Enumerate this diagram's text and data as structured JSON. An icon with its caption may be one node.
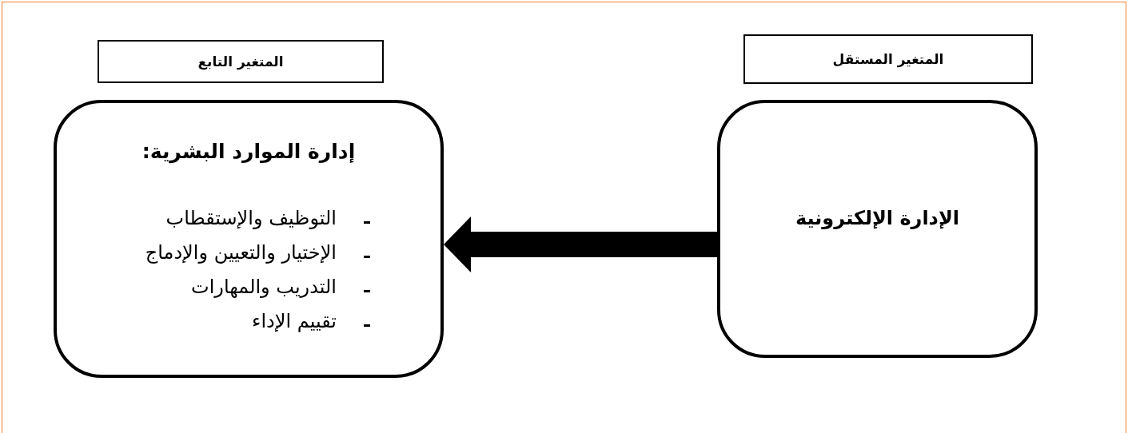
{
  "diagram": {
    "nodes": [
      {
        "text": [
          "المتغير المستقل"
        ]
      },
      {
        "text": [
          "الإدارة الإلكترونية"
        ]
      },
      {
        "text": [
          "المتغير التابع"
        ]
      },
      {
        "text": [
          "إدارة الموارد البشرية:",
          "التوظيف والإستقطاب",
          "الإختيار والتعيين والإدماج",
          "التدريب والمهارات",
          "تقييم الإداء"
        ]
      }
    ],
    "edges": [
      {
        "from": 1,
        "to": 3,
        "arrow": "to"
      }
    ]
  }
}
